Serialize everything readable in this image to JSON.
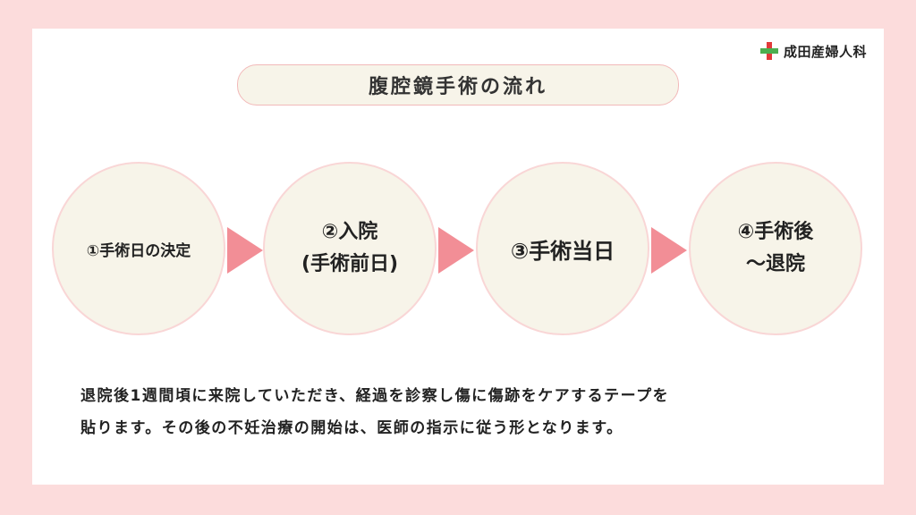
{
  "logo": {
    "text": "成田産婦人科"
  },
  "title": "腹腔鏡手術の流れ",
  "steps": [
    {
      "label": "①手術日の決定"
    },
    {
      "label": "②入院\n(手術前日)"
    },
    {
      "label": "③手術当日"
    },
    {
      "label": "④手術後\n〜退院"
    }
  ],
  "description": {
    "line1": "退院後1週間頃に来院していただき、経過を診察し傷に傷跡をケアするテープを",
    "line2": "貼ります。その後の不妊治療の開始は、医師の指示に従う形となります。"
  },
  "colors": {
    "page_background": "#fcdcdc",
    "circle_fill": "#f7f4e9",
    "arrow": "#f28e96",
    "logo_cross_red": "#e23a3a",
    "logo_cross_green": "#4caf50"
  }
}
